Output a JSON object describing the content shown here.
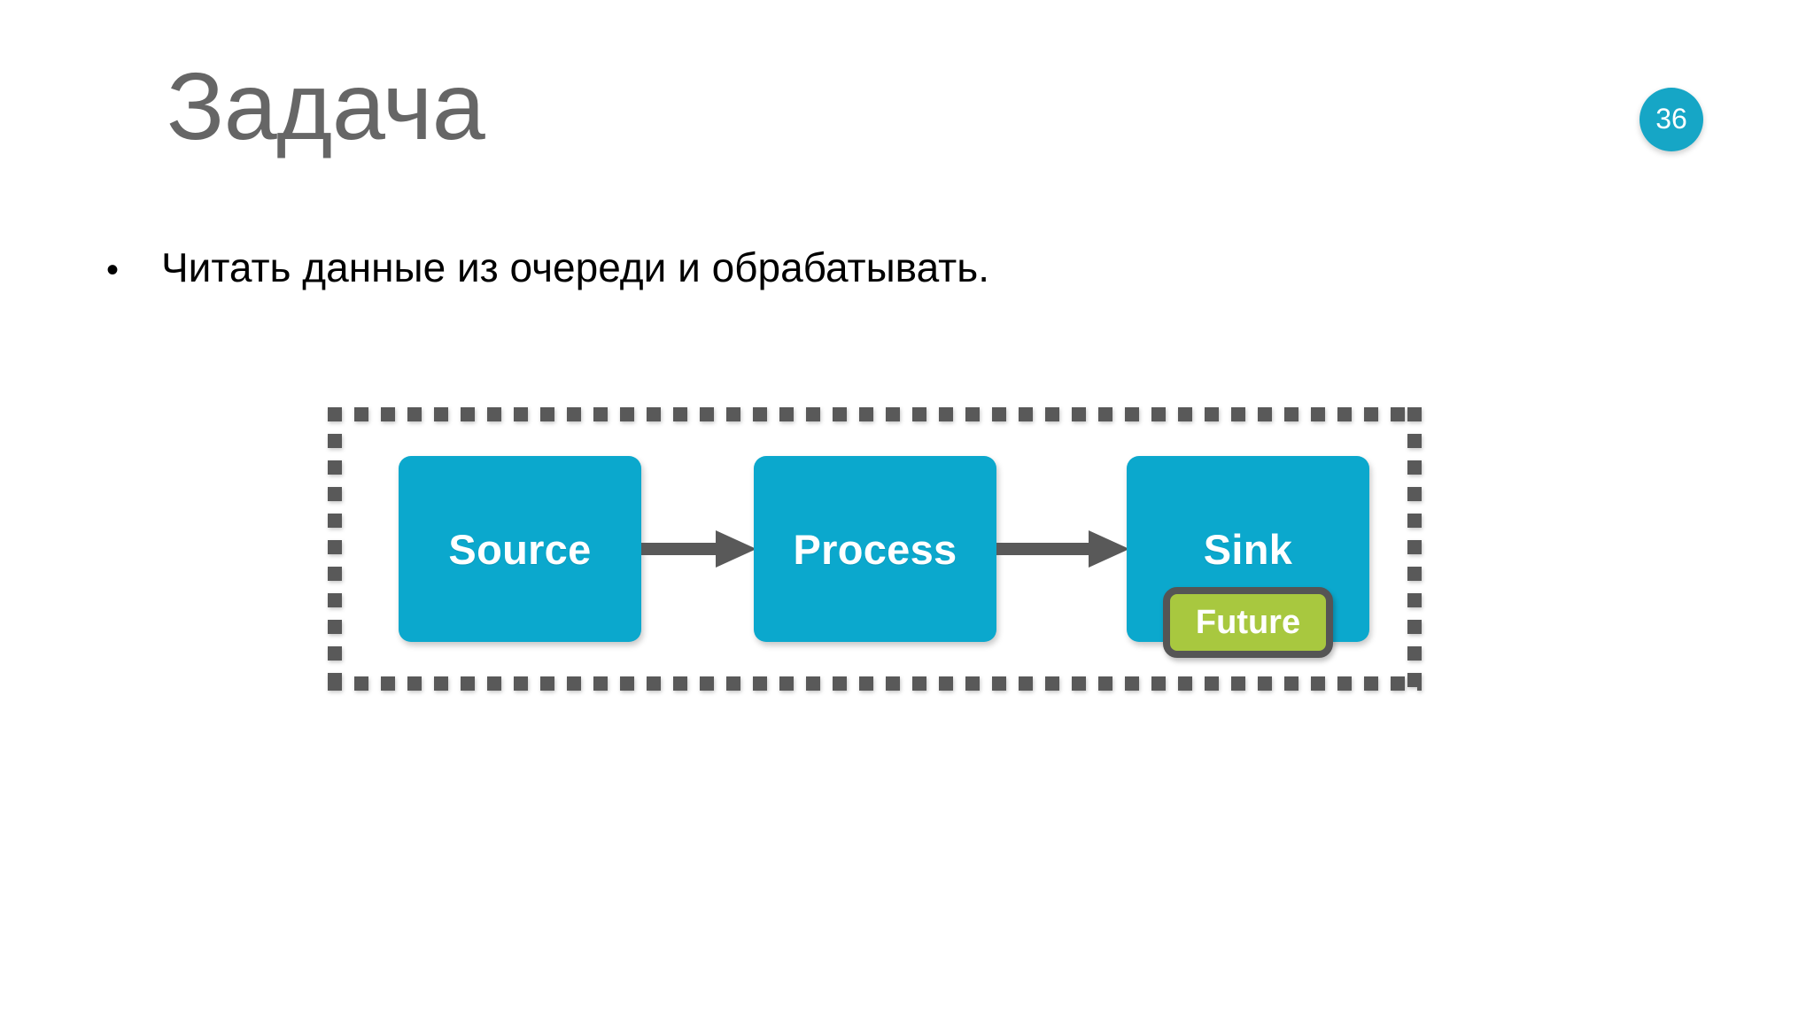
{
  "slide": {
    "title": "Задача",
    "page_number": "36",
    "background_color": "#FFFFFF",
    "title_color": "#666666",
    "badge_color": "#16A6C6"
  },
  "bullets": [
    {
      "marker": "•",
      "text": "Читать данные из очереди и обрабатывать."
    }
  ],
  "diagram": {
    "container_style": "dashed",
    "container_color": "#595959",
    "node_color": "#0BA8CD",
    "node_text_color": "#FFFFFF",
    "arrow_color": "#595959",
    "nodes": [
      {
        "id": "source",
        "label": "Source"
      },
      {
        "id": "process",
        "label": "Process"
      },
      {
        "id": "sink",
        "label": "Sink"
      }
    ],
    "arrows": [
      {
        "from": "source",
        "to": "process"
      },
      {
        "from": "process",
        "to": "sink"
      }
    ],
    "badge": {
      "label": "Future",
      "fill_color": "#A8C83F",
      "border_color": "#555555",
      "text_color": "#FFFFFF",
      "attached_to": "sink"
    }
  }
}
